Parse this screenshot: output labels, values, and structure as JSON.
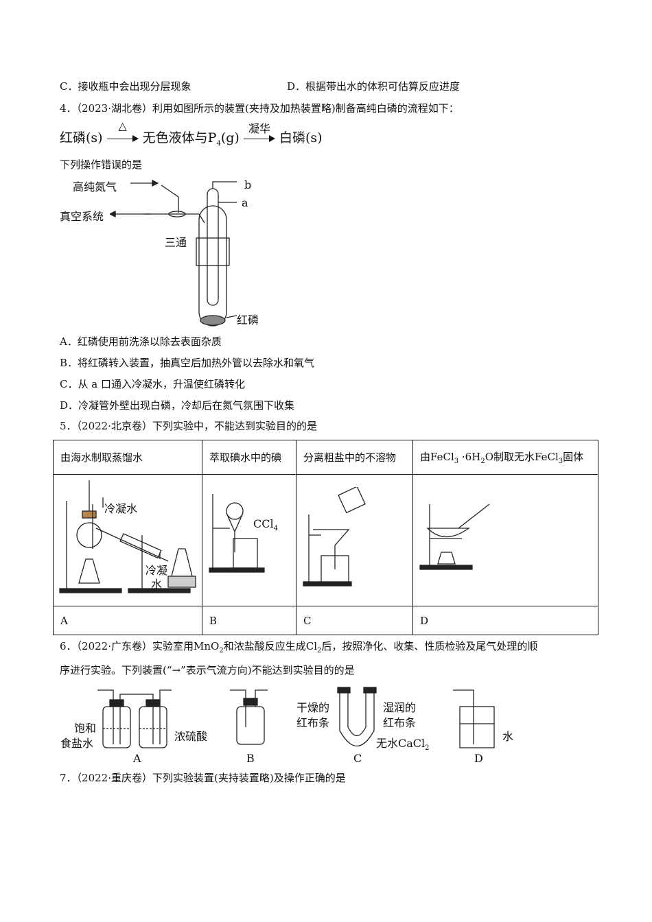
{
  "q3_options": {
    "c": "C．接收瓶中会出现分层现象",
    "d": "D．根据带出水的体积可估算反应进度"
  },
  "q4": {
    "stem": "4．（2023·湖北卷）利用如图所示的装置(夹持及加热装置略)制备高纯白磷的流程如下：",
    "flow": {
      "start": "红磷(s)",
      "cond1": "△",
      "mid_a": "无色液体与P",
      "mid_sub": "4",
      "mid_b": "(g)",
      "cond2": "凝华",
      "end": "白磷(s)"
    },
    "prompt": "下列操作错误的是",
    "figure_labels": {
      "n2": "高纯氮气",
      "vacuum": "真空系统",
      "three_way": "三通",
      "b": "b",
      "a": "a",
      "red_p": "红磷"
    },
    "options": [
      "A．红磷使用前洗涤以除去表面杂质",
      "B．将红磷转入装置，抽真空后加热外管以去除水和氧气",
      "C．从 a 口通入冷凝水，升温使红磷转化",
      "D．冷凝管外壁出现白磷，冷却后在氮气氛围下收集"
    ]
  },
  "q5": {
    "stem": "5．（2022·北京卷）下列实验中，不能达到实验目的的是",
    "headers": [
      "由海水制取蒸馏水",
      "萃取碘水中的碘",
      "分离粗盐中的不溶物"
    ],
    "header_d": {
      "pre": "由",
      "f1": "FeCl",
      "s1": "3",
      "mid": " ·6H",
      "s2": "2",
      "o": "O",
      "mid2": "制取无水",
      "f2": "FeCl",
      "s3": "3",
      "post": "固体"
    },
    "fig_labels": {
      "cond_water_1": "冷凝水",
      "cond_water_2a": "冷凝",
      "cond_water_2b": "水",
      "ccl4": "CCl",
      "ccl4_sub": "4"
    },
    "row_labels": [
      "A",
      "B",
      "C",
      "D"
    ]
  },
  "q6": {
    "stem1_a": "6．（2022·广东卷）实验室用",
    "mno2": "MnO",
    "mno2_sub": "2",
    "stem1_b": "和浓盐酸反应生成",
    "cl2": "Cl",
    "cl2_sub": "2",
    "stem1_c": "后，按照净化、收集、性质检验及尾气处理的顺",
    "stem2": "序进行实验。下列装置(“→”表示气流方向)不能达到实验目的的是",
    "fig_labels": {
      "brine_a": "饱和",
      "brine_b": "食盐水",
      "h2so4": "浓硫酸",
      "dry_a": "干燥的",
      "dry_b": "红布条",
      "wet_a": "湿润的",
      "wet_b": "红布条",
      "cacl2": "无水CaCl",
      "cacl2_sub": "2",
      "water": "水"
    },
    "labels": [
      "A",
      "B",
      "C",
      "D"
    ]
  },
  "q7": {
    "stem": "7．（2022·重庆卷）下列实验装置(夹持装置略)及操作正确的是"
  }
}
